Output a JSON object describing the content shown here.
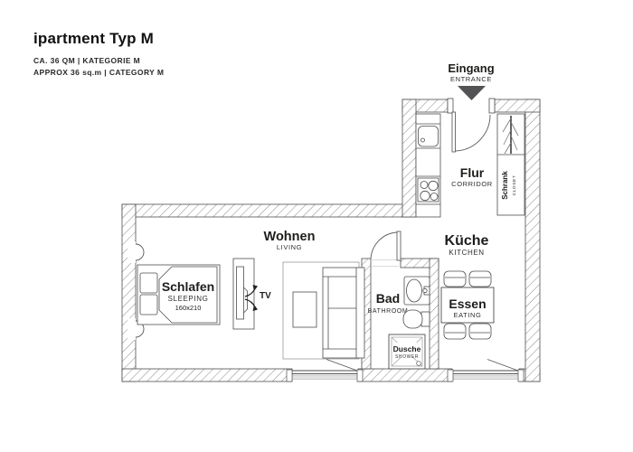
{
  "header": {
    "title": "ipartment Typ M",
    "subtitle_de": "CA. 36 QM | KATEGORIE M",
    "subtitle_en": "APPROX 36 sq.m | CATEGORY M"
  },
  "entrance": {
    "title": "Eingang",
    "subtitle": "ENTRANCE"
  },
  "rooms": {
    "corridor": {
      "de": "Flur",
      "en": "CORRIDOR"
    },
    "kitchen": {
      "de": "Küche",
      "en": "KITCHEN"
    },
    "living": {
      "de": "Wohnen",
      "en": "LIVING"
    },
    "sleeping": {
      "de": "Schlafen",
      "en": "SLEEPING",
      "size": "160x210"
    },
    "bathroom": {
      "de": "Bad",
      "en": "BATHROOM"
    },
    "dining": {
      "de": "Essen",
      "en": "EATING"
    },
    "shower": {
      "de": "Dusche",
      "en": "SHOWER"
    },
    "closet": {
      "de": "Schrank",
      "en": "CLOSET"
    }
  },
  "labels": {
    "tv": "TV"
  },
  "colors": {
    "wall_line": "#4d4d4d",
    "hatch": "#8a8a8a",
    "arrow": "#535356",
    "sill": "#e3e3e3"
  }
}
